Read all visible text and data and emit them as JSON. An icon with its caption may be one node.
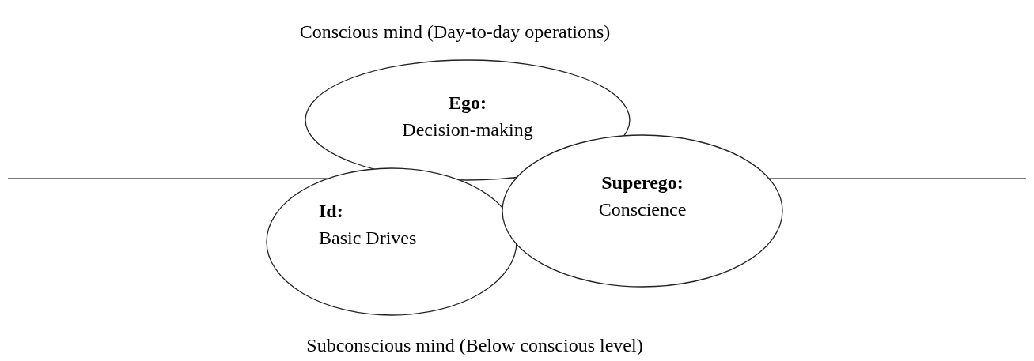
{
  "diagram": {
    "nodes": [
      {
        "text": [
          "Ego:",
          "Decision-making"
        ]
      },
      {
        "text": [
          "Id:",
          "Basic Drives"
        ]
      },
      {
        "text": [
          "Superego:",
          "Conscience"
        ]
      }
    ],
    "labels": [
      "Conscious mind (Day-to-day operations)",
      "Subconscious mind (Below conscious level)"
    ]
  }
}
